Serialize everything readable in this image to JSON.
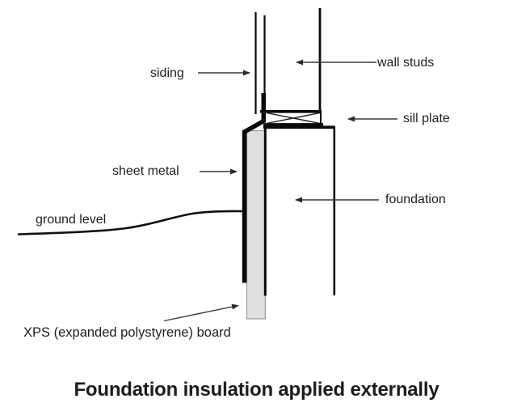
{
  "diagram": {
    "title": "Foundation insulation applied externally",
    "labels": {
      "siding": "siding",
      "wall_studs": "wall studs",
      "sill_plate": "sill plate",
      "sheet_metal": "sheet metal",
      "foundation": "foundation",
      "ground_level": "ground level",
      "xps_board": "XPS (expanded polystyrene) board"
    },
    "colors": {
      "background": "#ffffff",
      "line": "#0a0a0a",
      "arrow": "#3a3a3a",
      "text": "#1f1f1f",
      "xps_fill": "#dfdfdf",
      "xps_border": "#9b9b9b"
    }
  }
}
